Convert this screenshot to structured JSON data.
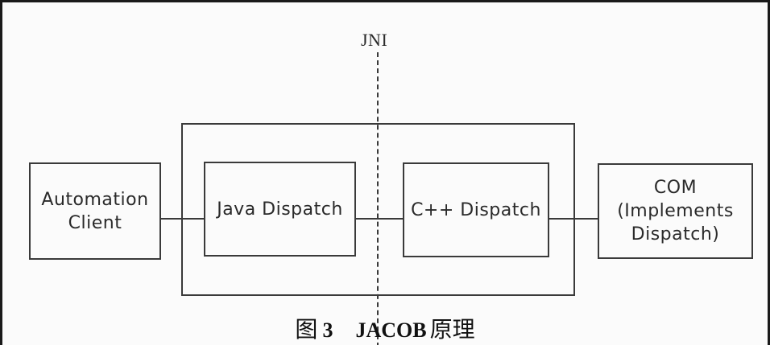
{
  "labels": {
    "jni": "JNI"
  },
  "nodes": {
    "automation_client": "Automation\nClient",
    "java_dispatch": "Java Dispatch",
    "cpp_dispatch": "C++ Dispatch",
    "com": "COM\n(Implements\nDispatch)"
  },
  "caption": {
    "prefix": "图",
    "number": "3",
    "name": "JACOB",
    "suffix": "原理"
  }
}
